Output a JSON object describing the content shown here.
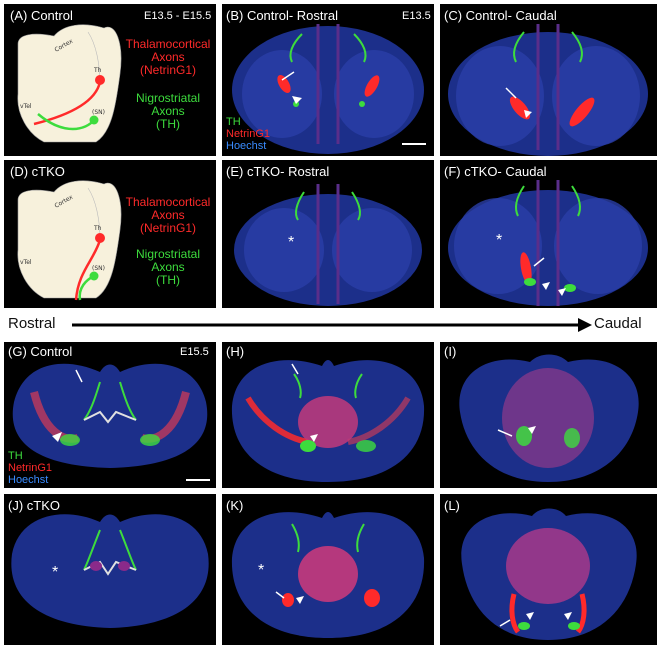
{
  "panels": {
    "A": {
      "label": "(A) Control",
      "stage": "E13.5 - E15.5"
    },
    "B": {
      "label": "(B) Control- Rostral",
      "stage": "E13.5"
    },
    "C": {
      "label": "(C) Control- Caudal"
    },
    "D": {
      "label": "(D) cTKO"
    },
    "E": {
      "label": "(E) cTKO- Rostral"
    },
    "F": {
      "label": "(F) cTKO- Caudal"
    },
    "G": {
      "label": "(G) Control",
      "stage": "E15.5"
    },
    "H": {
      "label": "(H)"
    },
    "I": {
      "label": "(I)"
    },
    "J": {
      "label": "(J) cTKO"
    },
    "K": {
      "label": "(K)"
    },
    "L": {
      "label": "(L)"
    }
  },
  "schematic": {
    "thalamocortical": "Thalamocortical Axons (NetrinG1)",
    "thalamocortical_line1": "Thalamocortical",
    "thalamocortical_line2": "Axons",
    "thalamocortical_line3": "(NetrinG1)",
    "nigrostriatal_line1": "Nigrostriatal Axons",
    "nigrostriatal_line2": "(TH)",
    "nigrostriatal_d_line1": "Nigrostriatal Axons",
    "nigrostriatal_d_line2": "(TH)",
    "cortex": "Cortex",
    "th": "Th",
    "sn": "(SN)",
    "vtel": "vTel"
  },
  "legend": {
    "th": "TH",
    "netrin": "NetrinG1",
    "hoechst": "Hoechst"
  },
  "axis": {
    "rostral": "Rostral",
    "caudal": "Caudal"
  },
  "colors": {
    "red": "#ff2a2a",
    "green": "#3ddc3d",
    "blue": "#2b56d6",
    "schematic_fill": "#f7f1dc"
  },
  "marks": {
    "star": "*"
  }
}
